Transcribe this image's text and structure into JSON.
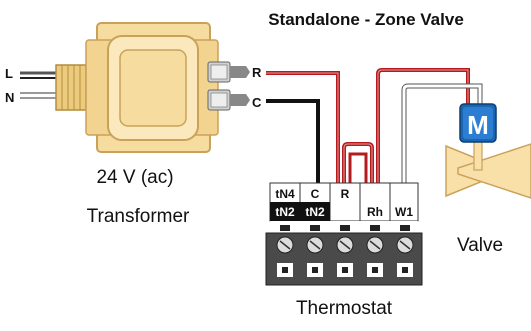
{
  "diagram": {
    "title": "Standalone - Zone Valve",
    "supply_labels": {
      "line": "L",
      "neutral": "N"
    },
    "wire_labels": {
      "r": "R",
      "c": "C"
    },
    "transformer": {
      "rating": "24 V (ac)",
      "name": "Transformer"
    },
    "thermostat": {
      "name": "Thermostat",
      "terminals": {
        "tn4": "tN4",
        "c": "C",
        "tn2_left": "tN2",
        "tn2_right": "tN2",
        "r": "R",
        "rh": "Rh",
        "w1": "W1"
      }
    },
    "valve": {
      "name": "Valve",
      "motor_label": "M"
    },
    "colors": {
      "red_wire": "#b51a1f",
      "black_wire": "#111111",
      "transformer_fill": "#f6dc9e",
      "valve_fill": "#f9e0a8",
      "motor_blue": "#1a66b3",
      "terminal_block": "#444444"
    }
  }
}
